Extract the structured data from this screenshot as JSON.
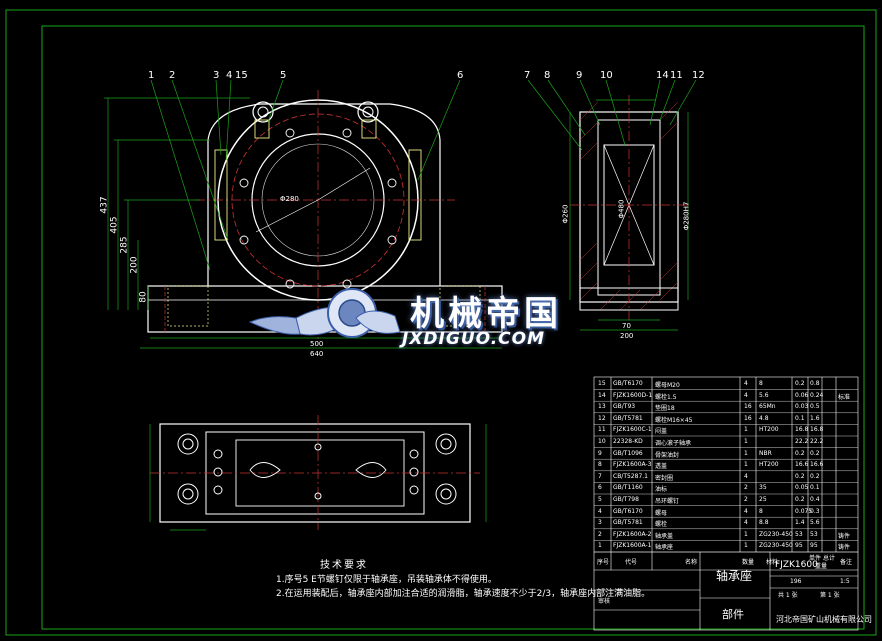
{
  "drawing": {
    "part_numbers_front": [
      "1",
      "2",
      "3",
      "4",
      "15",
      "5",
      "6"
    ],
    "part_numbers_side": [
      "7",
      "8",
      "9",
      "10",
      "14",
      "11",
      "12"
    ],
    "dims_front": {
      "height_total": "437",
      "h1": "405",
      "h2": "285",
      "h3": "200",
      "h4": "80",
      "bore": "Φ280",
      "width1": "500",
      "width2": "640"
    },
    "dims_side": {
      "d1": "Φ260",
      "d2": "Φ480",
      "d3": "Φ280H7",
      "w1": "70",
      "w2": "200"
    }
  },
  "watermark": {
    "cn": "机械帝国",
    "en": "JXDIGUO.COM"
  },
  "requirements": {
    "title": "技术要求",
    "items": [
      "1.序号5 E节螺钉仅限于轴承座，吊装轴承体不得使用。",
      "2.在运用装配后，轴承座内部加注合适的润滑脂，轴承速度不少于2/3，轴承座内部注满油脂。"
    ]
  },
  "bom": {
    "rows": [
      {
        "no": "15",
        "code": "GB/T6170",
        "name": "螺母M20",
        "qty": "4",
        "mat": "8",
        "w": "0.2",
        "tw": "0.8",
        "note": ""
      },
      {
        "no": "14",
        "code": "FJZK1600D-1",
        "name": "螺栓1.5",
        "qty": "4",
        "mat": "5.6",
        "w": "0.06",
        "tw": "0.24",
        "note": "标准"
      },
      {
        "no": "13",
        "code": "GB/T93",
        "name": "垫圈18",
        "qty": "16",
        "mat": "65Mn",
        "w": "0.03",
        "tw": "0.5",
        "note": ""
      },
      {
        "no": "12",
        "code": "GB/T5781",
        "name": "螺栓M16×45",
        "qty": "16",
        "mat": "4.8",
        "w": "0.1",
        "tw": "1.6",
        "note": ""
      },
      {
        "no": "11",
        "code": "FJZK1600C-1",
        "name": "闷盖",
        "qty": "1",
        "mat": "HT200",
        "w": "16.8",
        "tw": "16.8",
        "note": ""
      },
      {
        "no": "10",
        "code": "22328-KD",
        "name": "调心滚子轴承",
        "qty": "1",
        "mat": "",
        "w": "22.2",
        "tw": "22.2",
        "note": ""
      },
      {
        "no": "9",
        "code": "GB/T1096",
        "name": "骨架油封",
        "qty": "1",
        "mat": "NBR",
        "w": "0.2",
        "tw": "0.2",
        "note": ""
      },
      {
        "no": "8",
        "code": "FJZK1600A-3",
        "name": "透盖",
        "qty": "1",
        "mat": "HT200",
        "w": "16.6",
        "tw": "16.6",
        "note": ""
      },
      {
        "no": "7",
        "code": "CB/T5287.1",
        "name": "密封圈",
        "qty": "4",
        "mat": "",
        "w": "0.2",
        "tw": "0.2",
        "note": ""
      },
      {
        "no": "6",
        "code": "GB/T1160",
        "name": "油标",
        "qty": "2",
        "mat": "35",
        "w": "0.05",
        "tw": "0.1",
        "note": ""
      },
      {
        "no": "5",
        "code": "GB/T798",
        "name": "吊环螺钉",
        "qty": "2",
        "mat": "25",
        "w": "0.2",
        "tw": "0.4",
        "note": ""
      },
      {
        "no": "4",
        "code": "GB/T6170",
        "name": "螺母",
        "qty": "4",
        "mat": "8",
        "w": "0.075",
        "tw": "0.3",
        "note": ""
      },
      {
        "no": "3",
        "code": "GB/T5781",
        "name": "螺栓",
        "qty": "4",
        "mat": "8.8",
        "w": "1.4",
        "tw": "5.6",
        "note": ""
      },
      {
        "no": "2",
        "code": "FJZK1600A-2",
        "name": "轴承盖",
        "qty": "1",
        "mat": "ZG230-450",
        "w": "53",
        "tw": "53",
        "note": "铸件"
      },
      {
        "no": "1",
        "code": "FJZK1600A-1",
        "name": "轴承座",
        "qty": "1",
        "mat": "ZG230-450",
        "w": "95",
        "tw": "95",
        "note": "铸件"
      }
    ],
    "header": [
      "序号",
      "代号",
      "名称",
      "数量",
      "材料",
      "单件",
      "总计",
      "重量",
      "备注"
    ]
  },
  "title_block": {
    "drawing_no": "FJZK1600",
    "part_name": "轴承座",
    "category": "部件",
    "company": "河北帝国矿山机械有限公司",
    "scale": "1:5",
    "weight": "196",
    "drawn": "审核",
    "sheet": "共 1 张",
    "sheet2": "第 1 张"
  }
}
